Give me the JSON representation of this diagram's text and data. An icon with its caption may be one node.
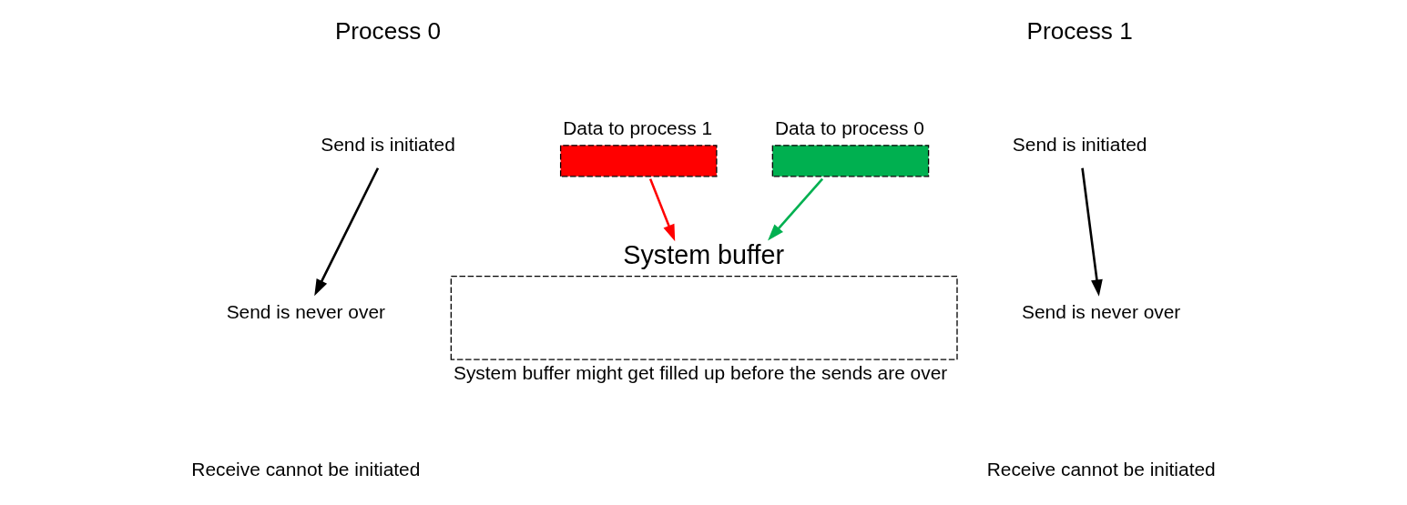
{
  "diagram": {
    "nodes": [
      {
        "text": [
          "Send is initiated"
        ]
      },
      {
        "text": [
          "Send is never over"
        ]
      },
      {
        "text": [
          "Data to process 1"
        ]
      },
      {
        "text": [
          "System buffer"
        ],
        "beside": [
          "System buffer might get filled up before the sends are over"
        ]
      },
      {
        "text": [
          "Data to process 0"
        ]
      },
      {
        "text": [
          "Send is initiated"
        ]
      },
      {
        "text": [
          "Send is never over"
        ]
      }
    ],
    "edges": [
      {
        "from": 0,
        "to": 1,
        "arrow": "to"
      },
      {
        "from": 2,
        "to": 3,
        "arrow": "to",
        "color": "#ff0000"
      },
      {
        "from": 4,
        "to": 3,
        "arrow": "to",
        "color": "#00b050"
      },
      {
        "from": 5,
        "to": 6,
        "arrow": "to"
      }
    ],
    "labels": [
      "Process 0",
      "Process 1",
      "Receive cannot be initiated",
      "Receive cannot be initiated"
    ]
  }
}
